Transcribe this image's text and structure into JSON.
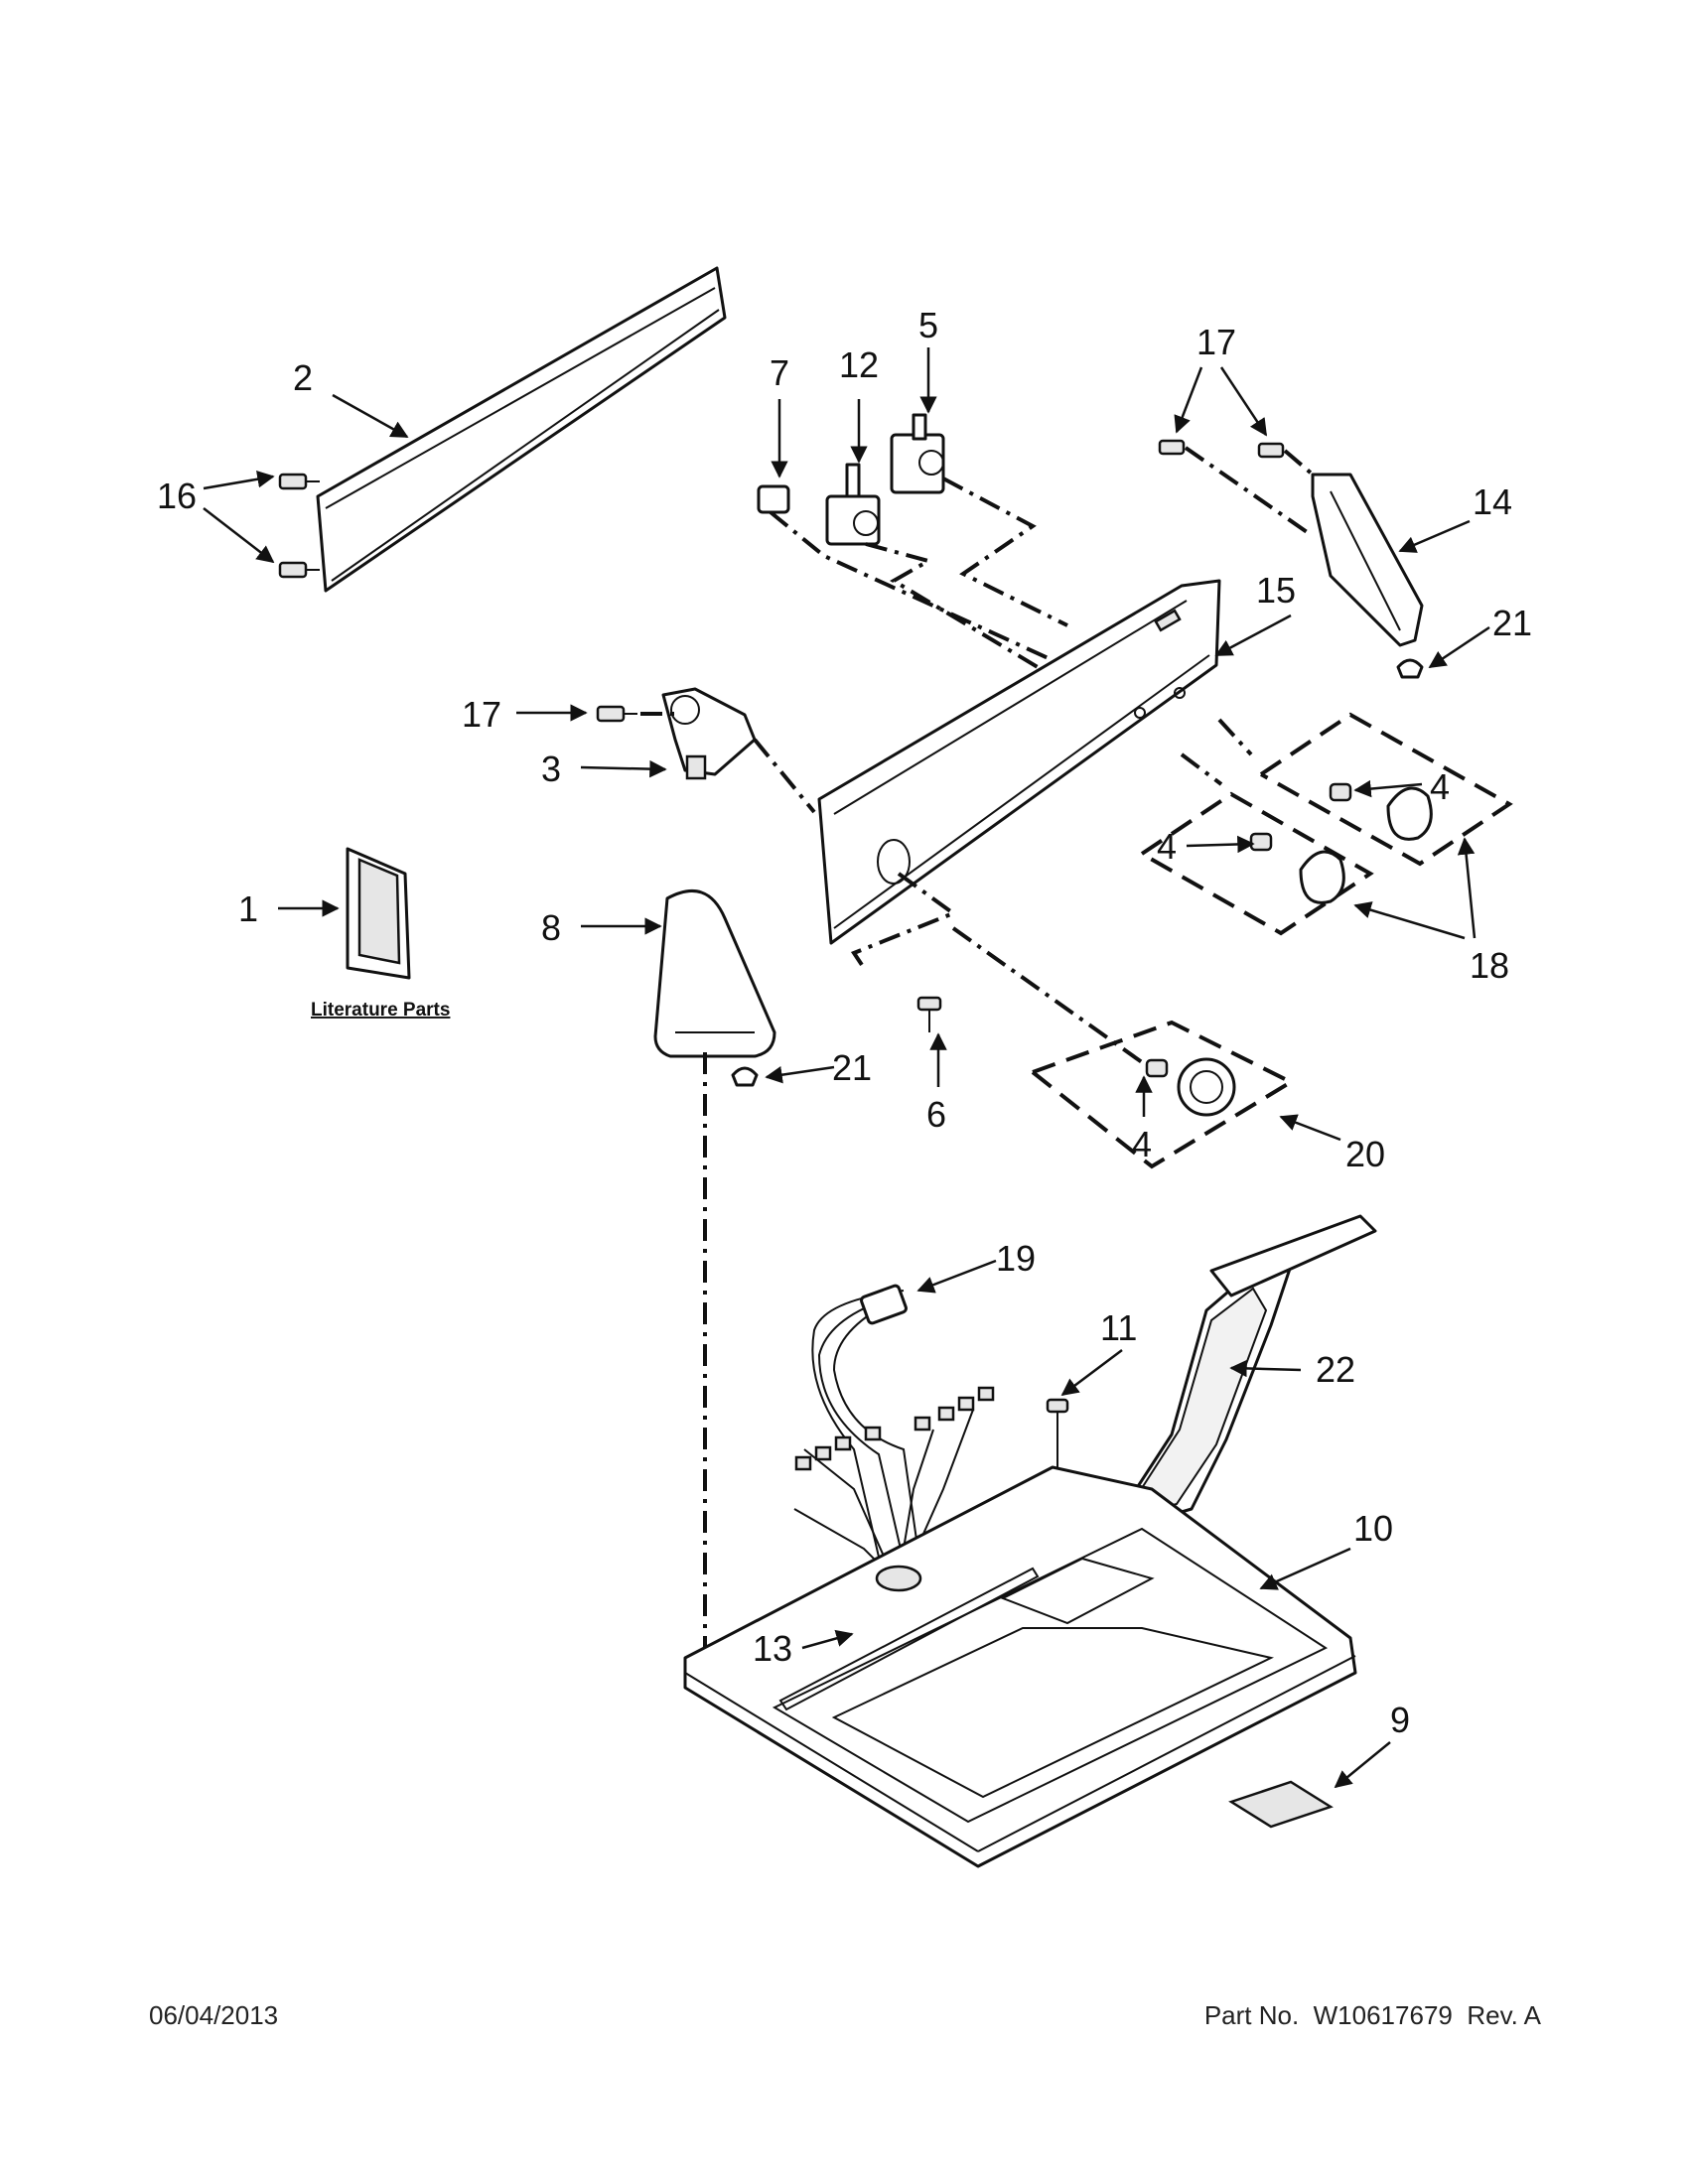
{
  "callouts": {
    "c1": "1",
    "c2": "2",
    "c3": "3",
    "c4a": "4",
    "c4b": "4",
    "c4c": "4",
    "c5": "5",
    "c6": "6",
    "c7": "7",
    "c8": "8",
    "c9": "9",
    "c10": "10",
    "c11": "11",
    "c12": "12",
    "c13": "13",
    "c14": "14",
    "c15": "15",
    "c16": "16",
    "c17a": "17",
    "c17b": "17",
    "c18": "18",
    "c19": "19",
    "c20": "20",
    "c21a": "21",
    "c21b": "21",
    "c22": "22"
  },
  "literature_label": "Literature Parts",
  "footer": {
    "date": "06/04/2013",
    "part_label": "Part No.",
    "part_number": "W10617679",
    "rev": "Rev. A"
  }
}
